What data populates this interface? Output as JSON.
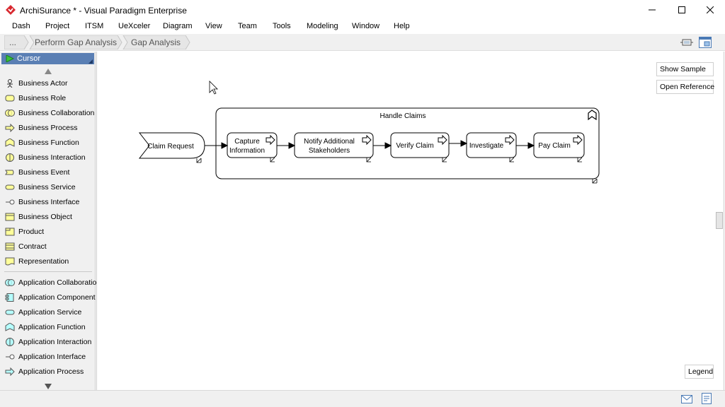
{
  "window": {
    "title": "ArchiSurance * - Visual Paradigm Enterprise",
    "controls": [
      "minimize",
      "maximize",
      "close"
    ]
  },
  "menu": [
    "Dash",
    "Project",
    "ITSM",
    "UeXceler",
    "Diagram",
    "View",
    "Team",
    "Tools",
    "Modeling",
    "Window",
    "Help"
  ],
  "breadcrumb": {
    "more": "...",
    "items": [
      "Perform Gap Analysis",
      "Gap Analysis"
    ]
  },
  "palette": {
    "cursor": "Cursor",
    "business": [
      {
        "label": "Business Actor",
        "icon": "actor-icon"
      },
      {
        "label": "Business Role",
        "icon": "role-icon"
      },
      {
        "label": "Business Collaboration",
        "icon": "collaboration-icon"
      },
      {
        "label": "Business Process",
        "icon": "process-icon"
      },
      {
        "label": "Business Function",
        "icon": "function-icon"
      },
      {
        "label": "Business Interaction",
        "icon": "interaction-icon"
      },
      {
        "label": "Business Event",
        "icon": "event-icon"
      },
      {
        "label": "Business Service",
        "icon": "service-icon"
      },
      {
        "label": "Business Interface",
        "icon": "interface-icon"
      },
      {
        "label": "Business Object",
        "icon": "object-icon"
      },
      {
        "label": "Product",
        "icon": "product-icon"
      },
      {
        "label": "Contract",
        "icon": "contract-icon"
      },
      {
        "label": "Representation",
        "icon": "representation-icon"
      }
    ],
    "application": [
      {
        "label": "Application Collaboration",
        "icon": "collaboration-icon"
      },
      {
        "label": "Application Component",
        "icon": "component-icon"
      },
      {
        "label": "Application Service",
        "icon": "service-icon"
      },
      {
        "label": "Application Function",
        "icon": "function-icon"
      },
      {
        "label": "Application Interaction",
        "icon": "interaction-icon"
      },
      {
        "label": "Application Interface",
        "icon": "interface-icon"
      },
      {
        "label": "Application Process",
        "icon": "process-icon"
      }
    ]
  },
  "canvas": {
    "show_sample": "Show Sample",
    "open_reference": "Open Reference",
    "legend": "Legend",
    "diagram": {
      "event": "Claim Request",
      "group_title": "Handle Claims",
      "processes": [
        {
          "line1": "Capture",
          "line2": "Information"
        },
        {
          "line1": "Notify Additional",
          "line2": "Stakeholders"
        },
        {
          "line1": "Verify Claim",
          "line2": ""
        },
        {
          "line1": "Investigate",
          "line2": ""
        },
        {
          "line1": "Pay Claim",
          "line2": ""
        }
      ]
    }
  },
  "colors": {
    "palette_bg": "#f0f0f0",
    "cursor_highlight": "#5a7fb4",
    "business_yellow": "#ffff99",
    "application_blue": "#b5ffff",
    "logo_red": "#d8282f"
  }
}
